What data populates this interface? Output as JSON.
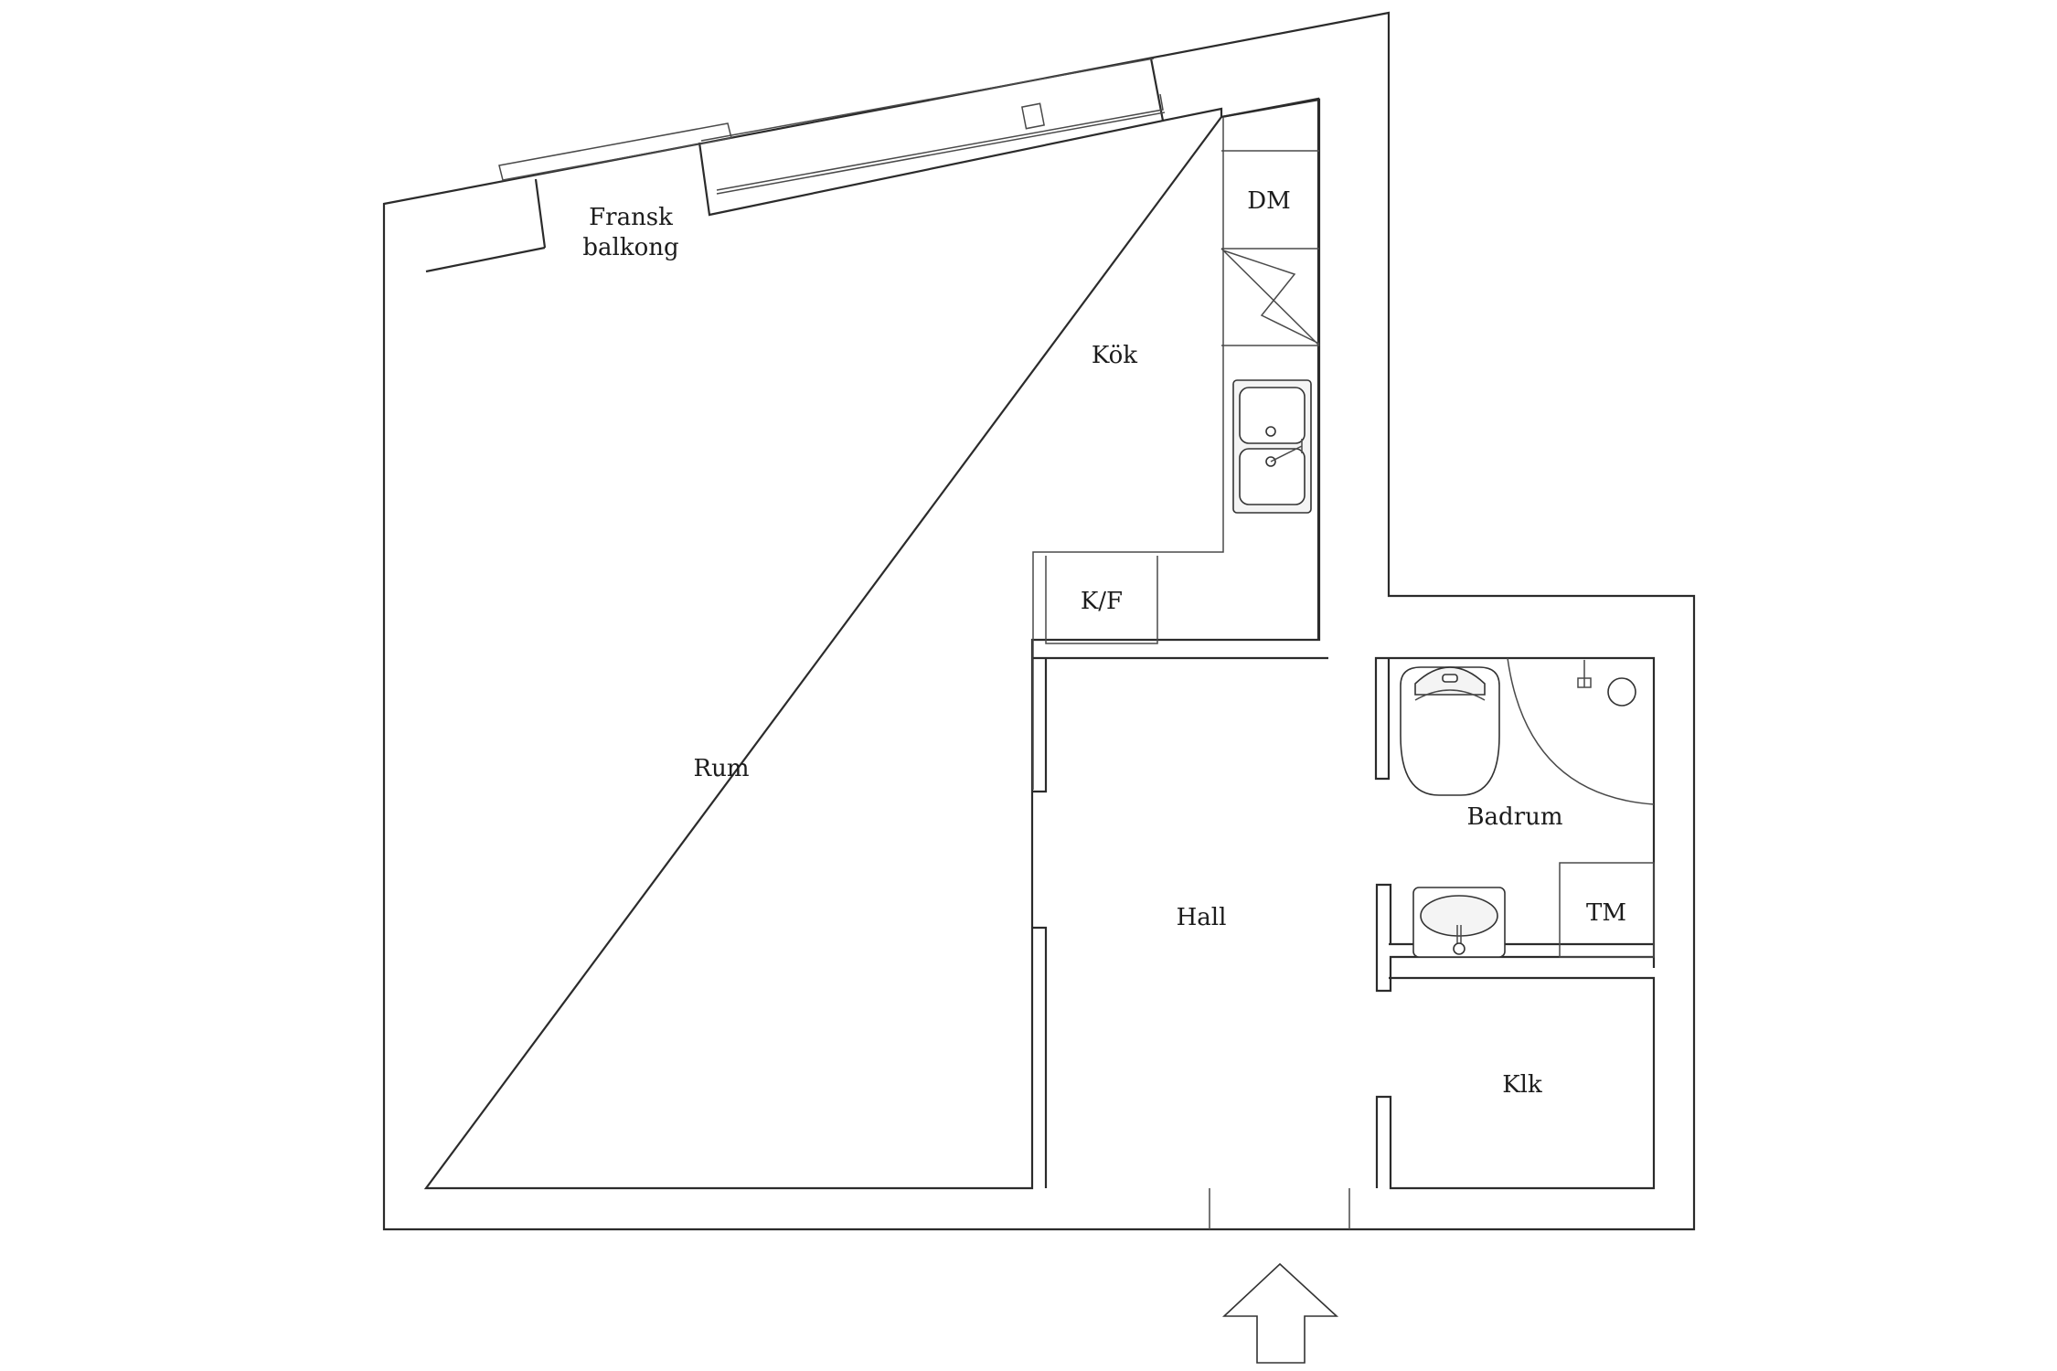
{
  "rooms": {
    "fransk_balkong_line1": "Fransk",
    "fransk_balkong_line2": "balkong",
    "dm": "DM",
    "kok": "Kök",
    "kf": "K/F",
    "rum": "Rum",
    "hall": "Hall",
    "badrum": "Badrum",
    "tm": "TM",
    "klk": "Klk"
  },
  "colors": {
    "wall": "#2b2b2b",
    "background": "#ffffff"
  }
}
